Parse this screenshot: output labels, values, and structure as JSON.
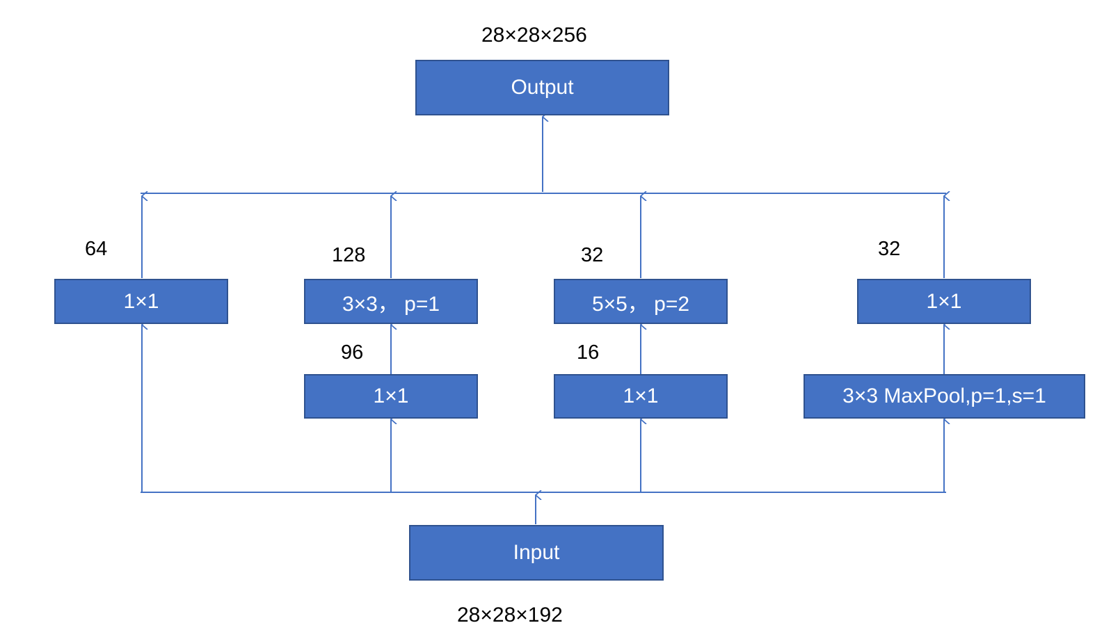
{
  "colors": {
    "box_fill": "#4472c4",
    "box_border": "#2f528f",
    "connector": "#4472c4",
    "box_text": "#ffffff",
    "label_text": "#000000"
  },
  "output": {
    "label": "Output",
    "shape": "28×28×256"
  },
  "input": {
    "label": "Input",
    "shape": "28×28×192"
  },
  "branches": [
    {
      "top_label": "1×1",
      "top_channels": "64"
    },
    {
      "top_label": "3×3， p=1",
      "top_channels": "128",
      "bottom_label": "1×1",
      "bottom_channels": "96"
    },
    {
      "top_label": "5×5， p=2",
      "top_channels": "32",
      "bottom_label": "1×1",
      "bottom_channels": "16"
    },
    {
      "top_label": "1×1",
      "top_channels": "32",
      "bottom_label": "3×3 MaxPool,p=1,s=1"
    }
  ]
}
